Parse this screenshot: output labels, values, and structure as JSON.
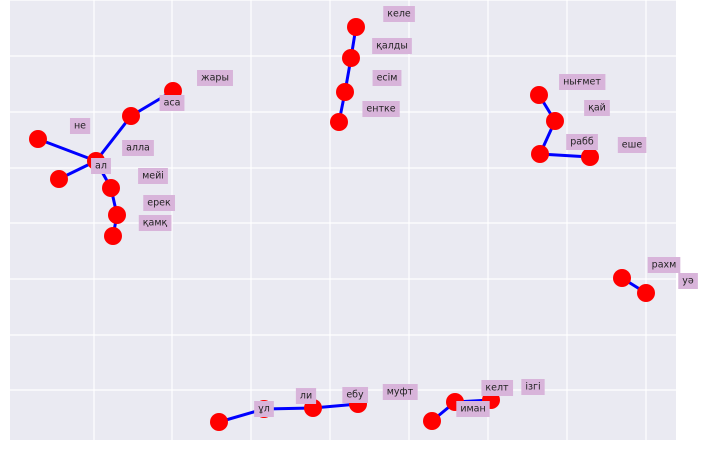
{
  "colors": {
    "background": "#EAEAF2",
    "grid": "#FFFFFF",
    "edge": "#0000FF",
    "node": "#FF0000",
    "label_box": "#D8B4DA"
  },
  "nodes": [
    {
      "id": "n1",
      "label": "жары"
    },
    {
      "id": "n2",
      "label": "аса"
    },
    {
      "id": "n3",
      "label": "не"
    },
    {
      "id": "n4",
      "label": "ал"
    },
    {
      "id": "n5",
      "label": "алла"
    },
    {
      "id": "n6",
      "label": "мейі"
    },
    {
      "id": "n7",
      "label": "ерек"
    },
    {
      "id": "n8",
      "label": "қамқ"
    },
    {
      "id": "n9",
      "label": ""
    },
    {
      "id": "n10",
      "label": "келе"
    },
    {
      "id": "n11",
      "label": "қалды"
    },
    {
      "id": "n12",
      "label": "есім"
    },
    {
      "id": "n13",
      "label": "ентке"
    },
    {
      "id": "n14",
      "label": "нығмет"
    },
    {
      "id": "n15",
      "label": "қай"
    },
    {
      "id": "n16",
      "label": "рабб"
    },
    {
      "id": "n17",
      "label": "еше"
    },
    {
      "id": "n18",
      "label": "рахм"
    },
    {
      "id": "n19",
      "label": "уә"
    },
    {
      "id": "n20",
      "label": ""
    },
    {
      "id": "n21",
      "label": "ұл"
    },
    {
      "id": "n22",
      "label": "ли"
    },
    {
      "id": "n23",
      "label": "ебу"
    },
    {
      "id": "n24",
      "label": "муфт"
    },
    {
      "id": "n25",
      "label": "иман"
    },
    {
      "id": "n26",
      "label": "келт"
    },
    {
      "id": "n27",
      "label": "ізгі"
    }
  ],
  "edges": [
    [
      "n1",
      "n2"
    ],
    [
      "n2",
      "n4"
    ],
    [
      "n3",
      "n4"
    ],
    [
      "n9",
      "n4"
    ],
    [
      "n4",
      "n6"
    ],
    [
      "n6",
      "n7"
    ],
    [
      "n7",
      "n8"
    ],
    [
      "n10",
      "n11"
    ],
    [
      "n11",
      "n12"
    ],
    [
      "n12",
      "n13"
    ],
    [
      "n14",
      "n15"
    ],
    [
      "n15",
      "n16"
    ],
    [
      "n16",
      "n17"
    ],
    [
      "n18",
      "n19"
    ],
    [
      "n20",
      "n21"
    ],
    [
      "n21",
      "n22"
    ],
    [
      "n22",
      "n23"
    ],
    [
      "n25",
      "n26"
    ],
    [
      "n26",
      "n27"
    ]
  ]
}
